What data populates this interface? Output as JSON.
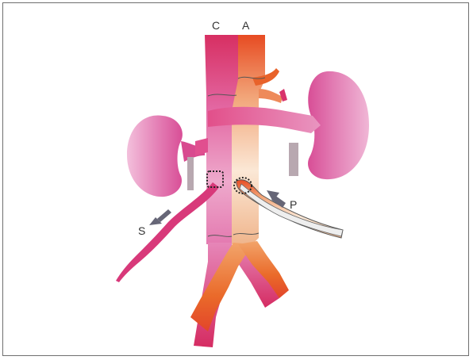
{
  "labels": {
    "C": "C",
    "A": "A",
    "S": "S",
    "P": "P"
  },
  "colors": {
    "vena_cava": "#d8336b",
    "aorta": "#e8512a",
    "kidney": "#e05aa0",
    "graft_tube": "#eeeeee",
    "target_marker": "#222222",
    "arrow": "#666677"
  }
}
